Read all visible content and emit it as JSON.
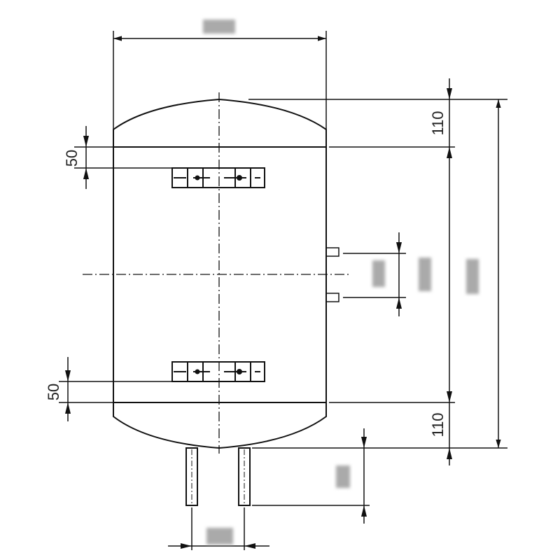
{
  "drawing": {
    "line_color": "#111111",
    "dimension_labels": {
      "top_bracket_offset": "50",
      "bottom_bracket_offset": "50",
      "top_dome_height": "110",
      "bottom_dome_height": "110"
    },
    "obscured_labels": [
      "overall-width",
      "fitting-spacing",
      "bracket-spacing",
      "overall-height",
      "pipe-length",
      "pipe-spacing"
    ]
  }
}
